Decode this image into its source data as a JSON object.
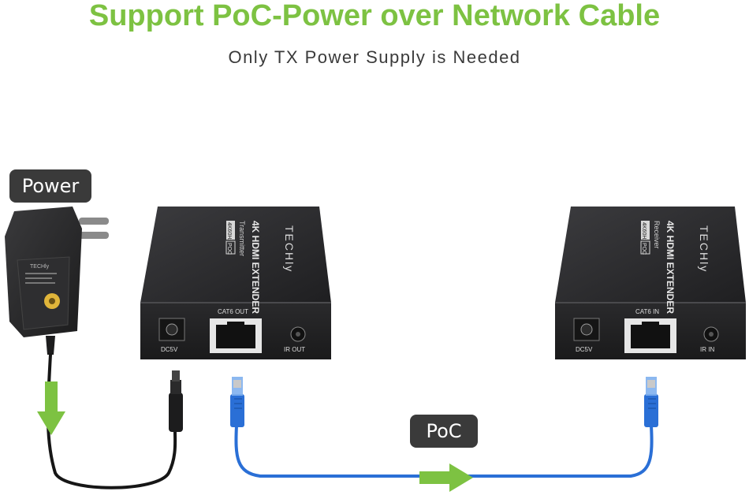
{
  "header": {
    "title": "Support PoC-Power over Network Cable",
    "subtitle": "Only TX Power Supply is Needed"
  },
  "labels": {
    "power": "Power",
    "poc": "PoC"
  },
  "transmitter": {
    "top_title": "4K HDMI EXTENDER",
    "top_role": "Transmitter",
    "top_badges": [
      "4K60Hz",
      "POC"
    ],
    "brand": "TECHly",
    "port_dc": "DC5V",
    "port_cat": "CAT6 OUT",
    "port_ir": "IR OUT"
  },
  "receiver": {
    "top_title": "4K HDMI EXTENDER",
    "top_role": "Receiver",
    "top_badges": [
      "4K60Hz",
      "POC"
    ],
    "brand": "TECHly",
    "port_dc": "DC5V",
    "port_cat": "CAT6 IN",
    "port_ir": "IR IN"
  },
  "adapter": {
    "brand": "TECHly"
  },
  "colors": {
    "accent_green": "#7dc242",
    "label_bg": "#3a3a3a",
    "cable_blue": "#2a6fd6",
    "device_body": "#2b2b2d"
  },
  "icons": {
    "power_flow": "arrow-down-icon",
    "poc_flow": "arrow-right-icon"
  }
}
